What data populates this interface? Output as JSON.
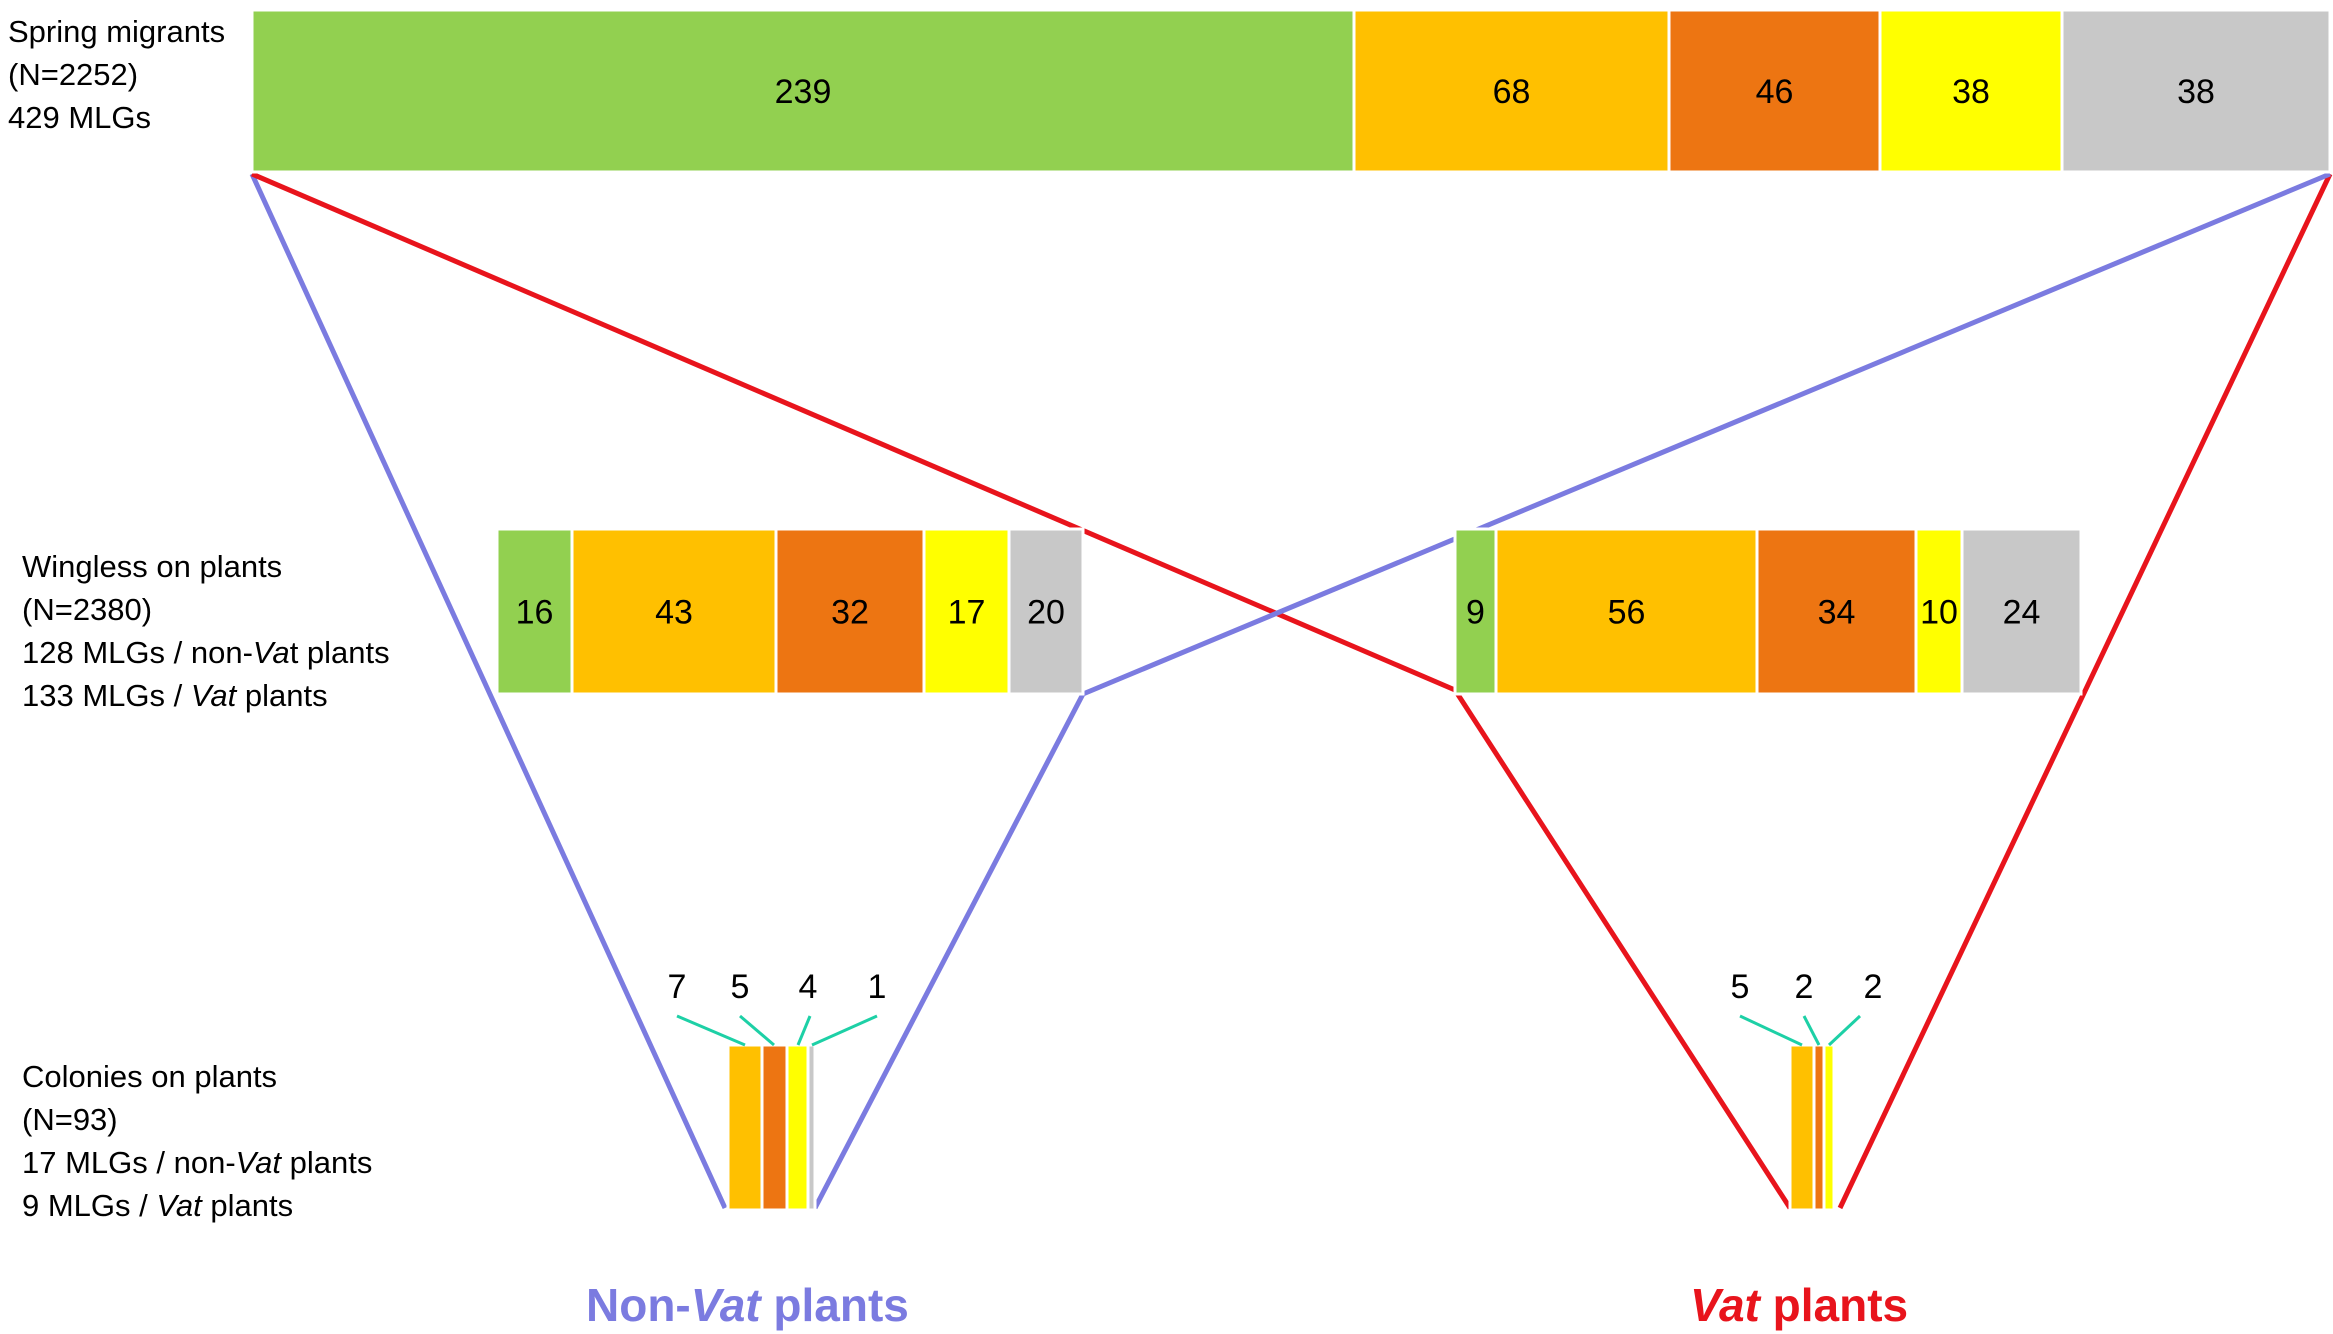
{
  "colors": {
    "green": "#92d050",
    "orange": "#ffc000",
    "dark_orange": "#ed7512",
    "yellow": "#ffff00",
    "gray": "#c8c8c8",
    "blue_line": "#7b7be0",
    "red_line": "#e8141c",
    "teal_leader": "#1dd0a6"
  },
  "labels": {
    "spring": [
      "Spring migrants",
      "(N=2252)",
      "429 MLGs"
    ],
    "wingless": {
      "line1": "Wingless on plants",
      "line2": "(N=2380)",
      "line3_pre": "128 MLGs / non-",
      "line3_it": "Va",
      "line3_post": "t plants",
      "line4_pre": "133 MLGs / ",
      "line4_it": "Vat",
      "line4_post": " plants"
    },
    "colonies": {
      "line1": "Colonies on plants",
      "line2": "(N=93)",
      "line3_pre": "17 MLGs / non-",
      "line3_it": "Vat",
      "line3_post": " plants",
      "line4_pre": "9 MLGs / ",
      "line4_it": "Vat",
      "line4_post": " plants"
    }
  },
  "footer": {
    "nonvat_pre": "Non-",
    "nonvat_it": "Vat",
    "nonvat_post": " plants",
    "vat_it": "Vat",
    "vat_post": " plants"
  },
  "bars": {
    "spring": [
      {
        "color": "green",
        "value": "239"
      },
      {
        "color": "orange",
        "value": "68"
      },
      {
        "color": "dark_orange",
        "value": "46"
      },
      {
        "color": "yellow",
        "value": "38"
      },
      {
        "color": "gray",
        "value": "38"
      }
    ],
    "wingless_nonvat": [
      {
        "color": "green",
        "value": "16"
      },
      {
        "color": "orange",
        "value": "43"
      },
      {
        "color": "dark_orange",
        "value": "32"
      },
      {
        "color": "yellow",
        "value": "17"
      },
      {
        "color": "gray",
        "value": "20"
      }
    ],
    "wingless_vat": [
      {
        "color": "green",
        "value": "9"
      },
      {
        "color": "orange",
        "value": "56"
      },
      {
        "color": "dark_orange",
        "value": "34"
      },
      {
        "color": "yellow",
        "value": "10"
      },
      {
        "color": "gray",
        "value": "24"
      }
    ],
    "colonies_nonvat": [
      {
        "color": "orange",
        "value": "7"
      },
      {
        "color": "dark_orange",
        "value": "5"
      },
      {
        "color": "yellow",
        "value": "4"
      },
      {
        "color": "gray",
        "value": "1"
      }
    ],
    "colonies_vat": [
      {
        "color": "orange",
        "value": "5"
      },
      {
        "color": "dark_orange",
        "value": "2"
      },
      {
        "color": "yellow",
        "value": "2"
      }
    ]
  }
}
